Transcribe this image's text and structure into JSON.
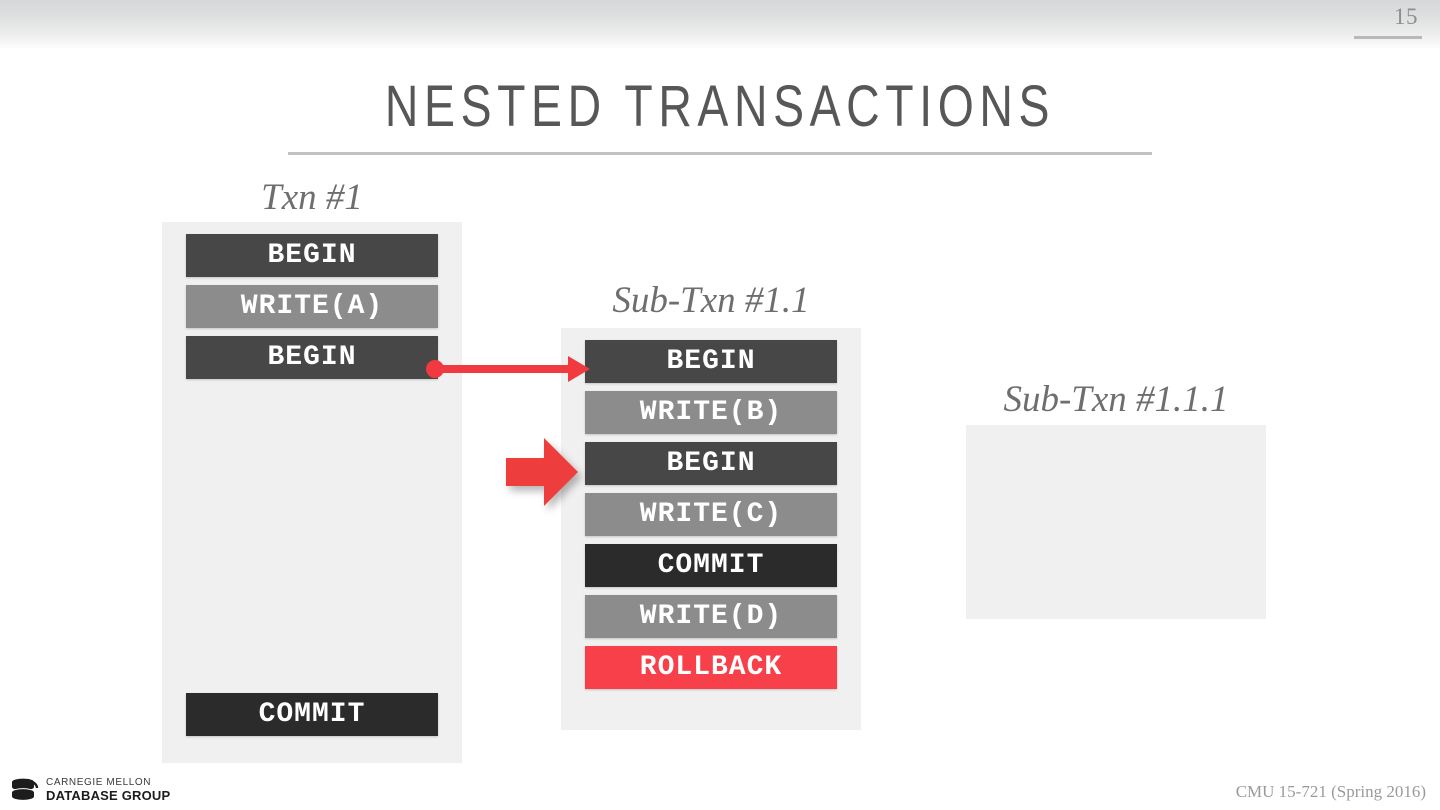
{
  "slide": {
    "number": "15",
    "title": "NESTED TRANSACTIONS",
    "footer_course": "CMU 15-721 (Spring 2016)"
  },
  "logo": {
    "icon": "database-cylinder-icon",
    "line1": "CARNEGIE MELLON",
    "line2": "DATABASE GROUP"
  },
  "colors": {
    "op_dark": "#474747",
    "op_gray": "#8c8c8c",
    "op_black": "#2b2b2b",
    "op_red": "#f8404a",
    "panel_bg": "#f0f0f0",
    "arrow_red": "#ee3d3d",
    "title_text": "#575757",
    "label_text": "#6e6e6e"
  },
  "columns": [
    {
      "id": "txn-1",
      "label": "Txn #1",
      "operations": [
        {
          "text": "BEGIN",
          "style": "dark"
        },
        {
          "text": "WRITE(A)",
          "style": "gray"
        },
        {
          "text": "BEGIN",
          "style": "dark"
        },
        {
          "text": "",
          "style": "spacer"
        },
        {
          "text": "",
          "style": "spacer"
        },
        {
          "text": "",
          "style": "spacer"
        },
        {
          "text": "",
          "style": "spacer"
        },
        {
          "text": "",
          "style": "spacer"
        },
        {
          "text": "",
          "style": "spacer"
        },
        {
          "text": "COMMIT",
          "style": "black"
        }
      ]
    },
    {
      "id": "sub-txn-1-1",
      "label": "Sub-Txn #1.1",
      "operations": [
        {
          "text": "BEGIN",
          "style": "dark"
        },
        {
          "text": "WRITE(B)",
          "style": "gray"
        },
        {
          "text": "BEGIN",
          "style": "dark"
        },
        {
          "text": "WRITE(C)",
          "style": "gray"
        },
        {
          "text": "COMMIT",
          "style": "black"
        },
        {
          "text": "WRITE(D)",
          "style": "gray"
        },
        {
          "text": "ROLLBACK",
          "style": "red"
        }
      ]
    },
    {
      "id": "sub-txn-1-1-1",
      "label": "Sub-Txn #1.1.1",
      "operations": []
    }
  ],
  "arrows": [
    {
      "id": "connector-arrow",
      "kind": "thin-line-arrow",
      "from": "txn-1 BEGIN (row 3)",
      "to": "sub-txn-1-1 BEGIN (row 1)"
    },
    {
      "id": "block-arrow",
      "kind": "block-arrow",
      "to": "sub-txn-1-1 BEGIN (row 3)"
    }
  ]
}
